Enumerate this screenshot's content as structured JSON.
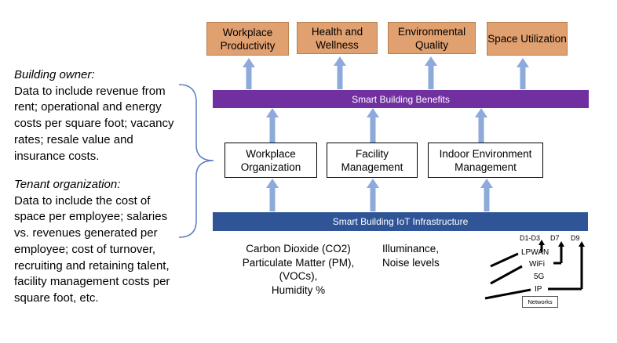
{
  "left": {
    "owner_title": "Building owner:",
    "owner_text": "Data to include revenue from rent; operational and energy costs per square foot; vacancy rates; resale value and insurance costs.",
    "tenant_title": "Tenant organization:",
    "tenant_text": "Data to include the cost of space per employee; salaries vs. revenues generated per employee; cost of turnover, recruiting and retaining talent, facility management costs per square foot, etc."
  },
  "benefits": [
    {
      "label": "Workplace Productivity"
    },
    {
      "label": "Health and Wellness"
    },
    {
      "label": "Environmental Quality"
    },
    {
      "label": "Space Utilization"
    }
  ],
  "benefits_bar": "Smart Building Benefits",
  "middle": [
    {
      "label": "Workplace Organization"
    },
    {
      "label": "Facility Management"
    },
    {
      "label": "Indoor Environment Management"
    }
  ],
  "infra_bar": "Smart Building  IoT Infrastructure",
  "sensors": {
    "left_lines": [
      "Carbon Dioxide (CO2)",
      "Particulate Matter (PM),",
      "(VOCs),",
      "Humidity %"
    ],
    "right_lines": [
      "Illuminance,",
      "Noise levels"
    ]
  },
  "network": {
    "top_labels": [
      "D1-D3",
      "D7",
      "D9"
    ],
    "stack": [
      "LPWAN",
      "WiFi",
      "5G",
      "IP"
    ],
    "caption": "Networks"
  },
  "colors": {
    "benefit_box": "#e0a070",
    "benefits_bar": "#7030a0",
    "infra_bar": "#2f5597",
    "arrow": "#8eaadb"
  }
}
